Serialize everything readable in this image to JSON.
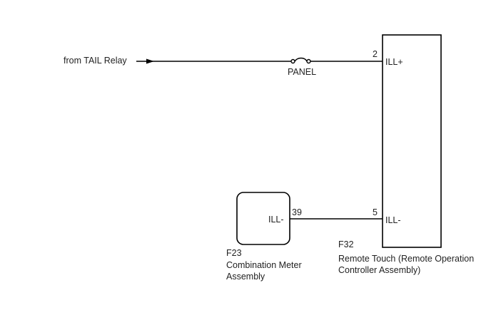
{
  "source": {
    "label": "from TAIL Relay"
  },
  "fuse": {
    "label": "PANEL"
  },
  "connector_f32": {
    "code": "F32",
    "name_line1": "Remote Touch (Remote Operation",
    "name_line2": "Controller Assembly)",
    "pins": [
      {
        "number": "2",
        "signal": "ILL+"
      },
      {
        "number": "5",
        "signal": "ILL-"
      }
    ]
  },
  "connector_f23": {
    "code": "F23",
    "name_line1": "Combination Meter",
    "name_line2": "Assembly",
    "pins": [
      {
        "number": "39",
        "signal": "ILL-"
      }
    ]
  },
  "colors": {
    "line": "#000000",
    "text": "#222222",
    "background": "#ffffff"
  }
}
